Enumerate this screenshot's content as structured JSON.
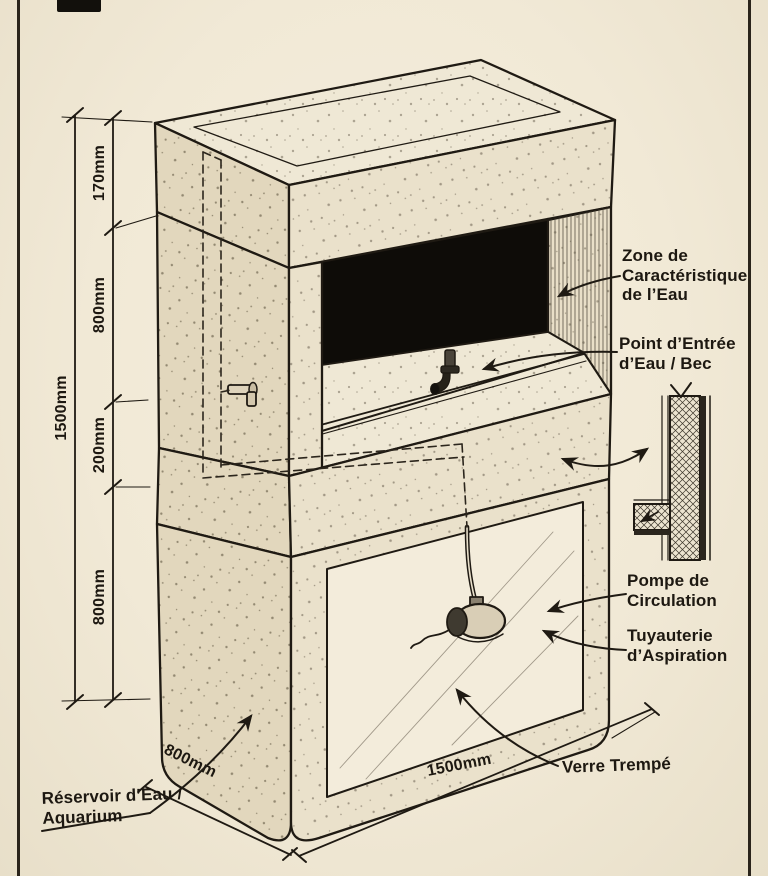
{
  "palette": {
    "paper": "#f1ead8",
    "ink": "#1f1a13",
    "void_black": "#0e0c08"
  },
  "dimensions": {
    "overall_height": "1500mm",
    "cap_height": "170mm",
    "upper_section_height": "800mm",
    "band_height": "200mm",
    "lower_section_height": "800mm",
    "base_depth": "800mm",
    "base_width": "1500mm"
  },
  "annotations": {
    "zone": "Zone de Caractéristique de l’Eau",
    "inlet": "Point d’Entrée d’Eau / Bec",
    "pump": "Pompe de Circulation",
    "suction": "Tuyauterie d’Aspiration",
    "glass": "Verre Trempé",
    "reservoir": "Réservoir d’Eau / Aquarium"
  }
}
